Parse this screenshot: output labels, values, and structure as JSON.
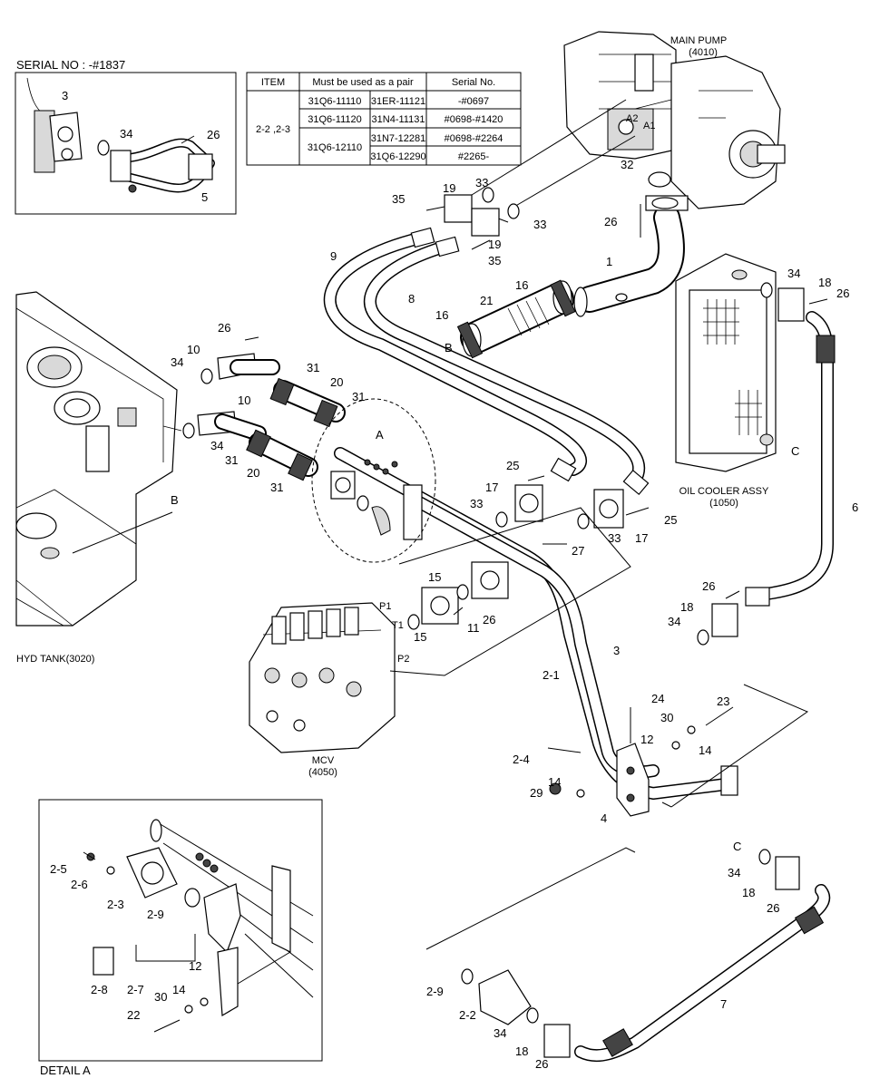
{
  "serial_box": {
    "title": "SERIAL NO : -#1837"
  },
  "table": {
    "headers": [
      "ITEM",
      "Must be used as a pair",
      "Serial No."
    ],
    "item": "2-2 ,2-3",
    "rows": [
      [
        "31Q6-11110",
        "31ER-11121",
        "-#0697"
      ],
      [
        "31Q6-11120",
        "31N4-11131",
        "#0698-#1420"
      ],
      [
        "31Q6-12110",
        "31N7-12281",
        "#0698-#2264"
      ],
      [
        "",
        "31Q6-12290",
        "#2265-"
      ]
    ]
  },
  "captions": {
    "main_pump": "MAIN PUMP",
    "main_pump_code": "(4010)",
    "oil_cooler": "OIL COOLER ASSY",
    "oil_cooler_code": "(1050)",
    "hyd_tank": "HYD TANK(3020)",
    "mcv": "MCV",
    "mcv_code": "(4050)",
    "detail_a": "DETAIL A"
  },
  "ports": [
    "A2",
    "A1",
    "P1",
    "T1",
    "P2"
  ],
  "callouts": [
    {
      "id": "c1",
      "text": "3"
    },
    {
      "id": "c2",
      "text": "34"
    },
    {
      "id": "c3",
      "text": "26"
    },
    {
      "id": "c4",
      "text": "5"
    },
    {
      "id": "c5",
      "text": "32"
    },
    {
      "id": "c6",
      "text": "33"
    },
    {
      "id": "c7",
      "text": "19"
    },
    {
      "id": "c8",
      "text": "35"
    },
    {
      "id": "c9",
      "text": "33"
    },
    {
      "id": "c10",
      "text": "19"
    },
    {
      "id": "c11",
      "text": "35"
    },
    {
      "id": "c12",
      "text": "26"
    },
    {
      "id": "c13",
      "text": "9"
    },
    {
      "id": "c14",
      "text": "8"
    },
    {
      "id": "c15",
      "text": "1"
    },
    {
      "id": "c16",
      "text": "16"
    },
    {
      "id": "c17",
      "text": "21"
    },
    {
      "id": "c18",
      "text": "16"
    },
    {
      "id": "c19",
      "text": "B"
    },
    {
      "id": "c20",
      "text": "34"
    },
    {
      "id": "c21",
      "text": "18"
    },
    {
      "id": "c22",
      "text": "26"
    },
    {
      "id": "c23",
      "text": "26"
    },
    {
      "id": "c24",
      "text": "10"
    },
    {
      "id": "c25",
      "text": "34"
    },
    {
      "id": "c26",
      "text": "31"
    },
    {
      "id": "c27",
      "text": "20"
    },
    {
      "id": "c28",
      "text": "31"
    },
    {
      "id": "c29",
      "text": "10"
    },
    {
      "id": "c30",
      "text": "34"
    },
    {
      "id": "c31",
      "text": "A"
    },
    {
      "id": "c32",
      "text": "31"
    },
    {
      "id": "c33",
      "text": "20"
    },
    {
      "id": "c34",
      "text": "31"
    },
    {
      "id": "c35",
      "text": "C"
    },
    {
      "id": "c36",
      "text": "25"
    },
    {
      "id": "c37",
      "text": "17"
    },
    {
      "id": "c38",
      "text": "33"
    },
    {
      "id": "c39",
      "text": "33"
    },
    {
      "id": "c40",
      "text": "17"
    },
    {
      "id": "c41",
      "text": "25"
    },
    {
      "id": "c42",
      "text": "6"
    },
    {
      "id": "c43",
      "text": "B"
    },
    {
      "id": "c44",
      "text": "27"
    },
    {
      "id": "c45",
      "text": "15"
    },
    {
      "id": "c46",
      "text": "26"
    },
    {
      "id": "c47",
      "text": "15"
    },
    {
      "id": "c48",
      "text": "11"
    },
    {
      "id": "c49",
      "text": "26"
    },
    {
      "id": "c50",
      "text": "18"
    },
    {
      "id": "c51",
      "text": "34"
    },
    {
      "id": "c52",
      "text": "3"
    },
    {
      "id": "c53",
      "text": "2-1"
    },
    {
      "id": "c54",
      "text": "24"
    },
    {
      "id": "c55",
      "text": "23"
    },
    {
      "id": "c56",
      "text": "30"
    },
    {
      "id": "c57",
      "text": "2-4"
    },
    {
      "id": "c58",
      "text": "12"
    },
    {
      "id": "c59",
      "text": "14"
    },
    {
      "id": "c60",
      "text": "14"
    },
    {
      "id": "c61",
      "text": "29"
    },
    {
      "id": "c62",
      "text": "4"
    },
    {
      "id": "c63",
      "text": "C"
    },
    {
      "id": "c64",
      "text": "34"
    },
    {
      "id": "c65",
      "text": "18"
    },
    {
      "id": "c66",
      "text": "26"
    },
    {
      "id": "c67",
      "text": "2-9"
    },
    {
      "id": "c68",
      "text": "2-2"
    },
    {
      "id": "c69",
      "text": "7"
    },
    {
      "id": "c70",
      "text": "34"
    },
    {
      "id": "c71",
      "text": "18"
    },
    {
      "id": "c72",
      "text": "26"
    },
    {
      "id": "c73",
      "text": "2-5"
    },
    {
      "id": "c74",
      "text": "2-6"
    },
    {
      "id": "c75",
      "text": "2-3"
    },
    {
      "id": "c76",
      "text": "2-9"
    },
    {
      "id": "c77",
      "text": "2-8"
    },
    {
      "id": "c78",
      "text": "2-7"
    },
    {
      "id": "c79",
      "text": "12"
    },
    {
      "id": "c80",
      "text": "14"
    },
    {
      "id": "c81",
      "text": "30"
    },
    {
      "id": "c82",
      "text": "22"
    }
  ]
}
